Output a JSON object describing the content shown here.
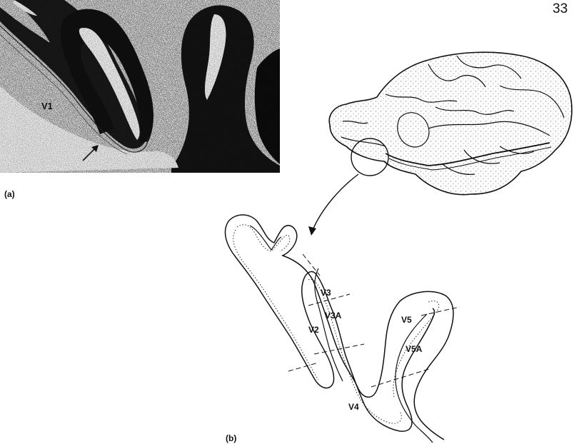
{
  "page_number": "33",
  "panel_a": {
    "letter": "(a)",
    "labels": {
      "v1": "V1"
    }
  },
  "panel_b": {
    "letter": "(b)",
    "labels": {
      "v2": "V2",
      "v3": "V3",
      "v3a": "V3A",
      "v4": "V4",
      "v5": "V5",
      "v5a": "V5A"
    }
  }
}
